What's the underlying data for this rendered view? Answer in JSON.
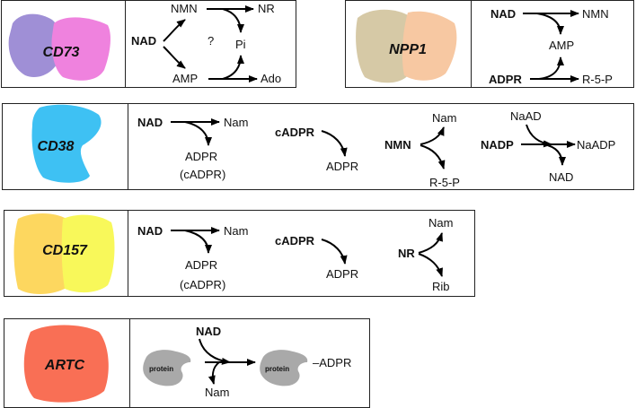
{
  "panels": {
    "cd73": {
      "enzyme": "CD73",
      "colors": [
        "#9f8fd6",
        "#ef82de"
      ],
      "nad": "NAD",
      "nmn": "NMN",
      "nr": "NR",
      "pi": "Pi",
      "q": "?",
      "amp": "AMP",
      "ado": "Ado"
    },
    "npp1": {
      "enzyme": "NPP1",
      "colors": [
        "#d6c9a6",
        "#f7c8a2"
      ],
      "nad": "NAD",
      "nmn": "NMN",
      "amp": "AMP",
      "adpr": "ADPR",
      "r5p": "R-5-P"
    },
    "cd38": {
      "enzyme": "CD38",
      "colors": [
        "#3ec1f3"
      ],
      "nad": "NAD",
      "nam": "Nam",
      "adpr": "ADPR",
      "cadpr_paren": "(cADPR)",
      "cadpr": "cADPR",
      "adpr2": "ADPR",
      "nmn": "NMN",
      "nam2": "Nam",
      "r5p": "R-5-P",
      "naad": "NaAD",
      "nadp": "NADP",
      "naadp": "NaADP",
      "nad2": "NAD"
    },
    "cd157": {
      "enzyme": "CD157",
      "colors": [
        "#fdd75f",
        "#f8f85a"
      ],
      "nad": "NAD",
      "nam": "Nam",
      "adpr": "ADPR",
      "cadpr_paren": "(cADPR)",
      "cadpr": "cADPR",
      "adpr2": "ADPR",
      "nr": "NR",
      "nam2": "Nam",
      "rib": "Rib"
    },
    "artc": {
      "enzyme": "ARTC",
      "colors": [
        "#f96f55"
      ],
      "protein_color": "#a9a9a9",
      "nad": "NAD",
      "protein": "protein",
      "protein2": "protein",
      "adpr": "–ADPR",
      "nam": "Nam"
    }
  }
}
